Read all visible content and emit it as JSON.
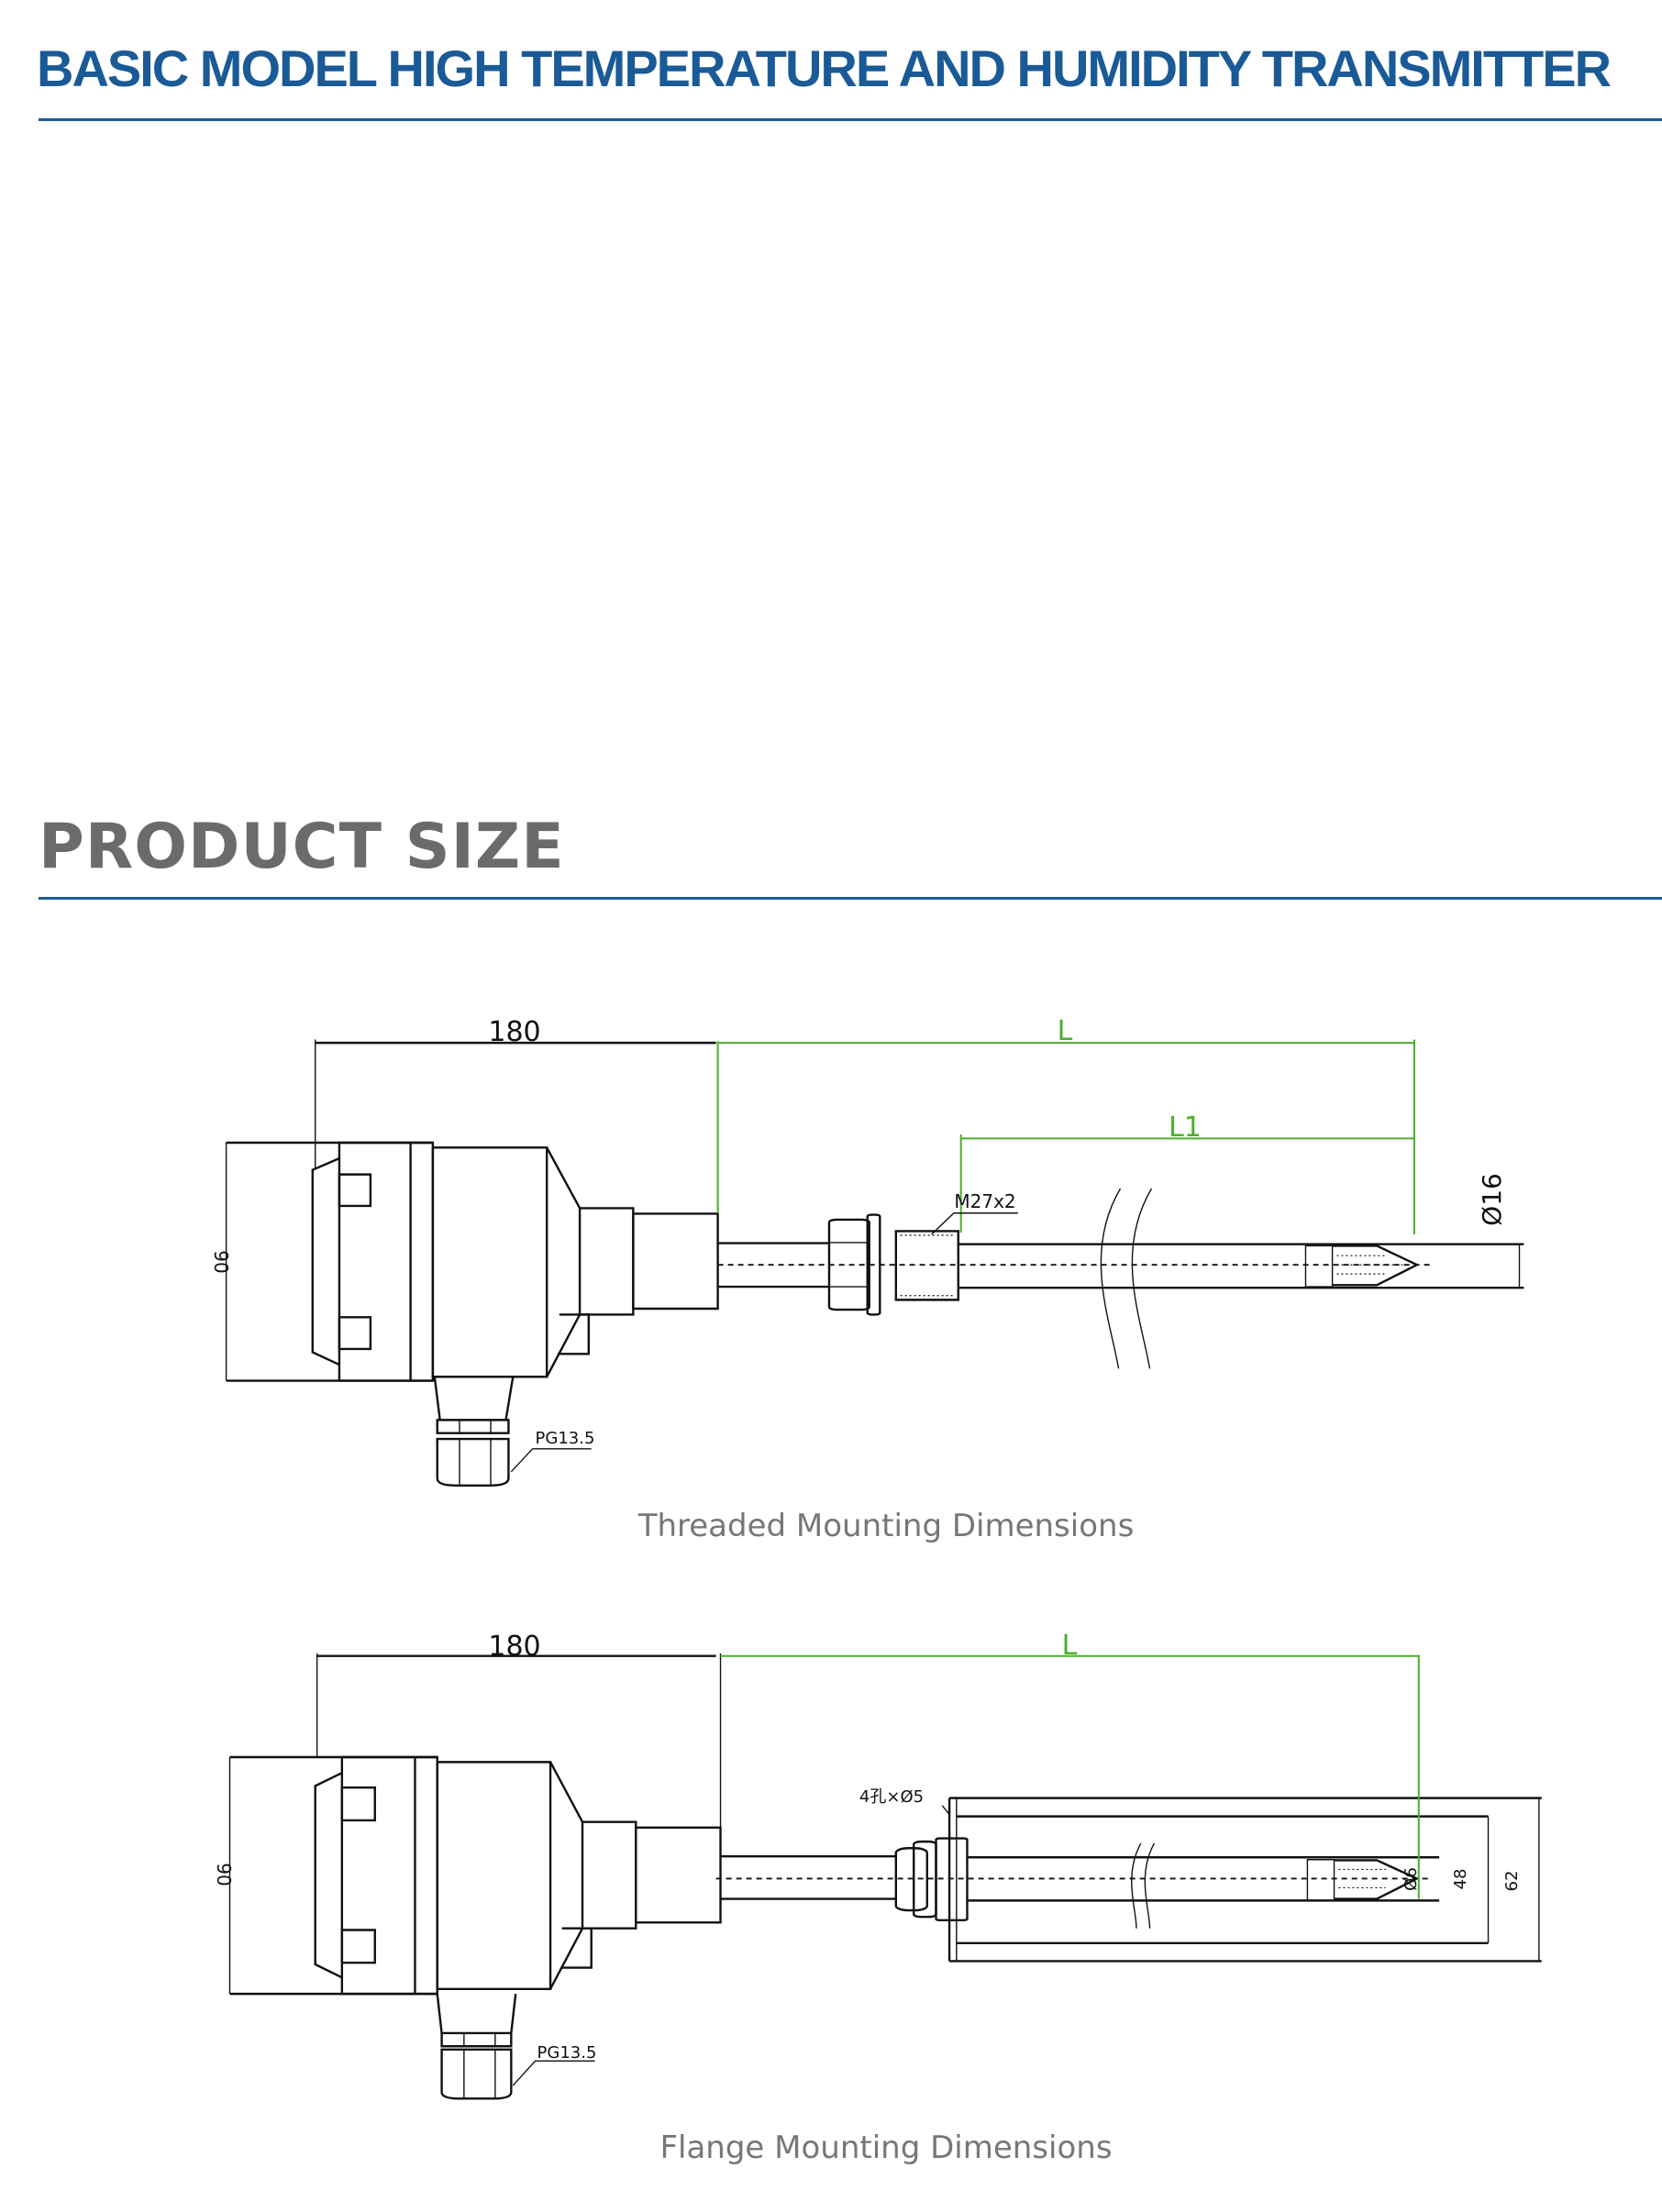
{
  "header": {
    "title": "BASIC MODEL HIGH TEMPERATURE AND HUMIDITY TRANSMITTER"
  },
  "section": {
    "title": "PRODUCT SIZE"
  },
  "threaded": {
    "caption": "Threaded Mounting Dimensions",
    "dim_width": "180",
    "dim_height": "90",
    "dim_L": "L",
    "dim_L1": "L1",
    "thread": "M27x2",
    "diameter": "Ø16",
    "gland": "PG13.5"
  },
  "flange": {
    "caption": "Flange Mounting Dimensions",
    "dim_width": "180",
    "dim_height": "90",
    "dim_L": "L",
    "holes": "4孔×Ø5",
    "diameter": "Ø6",
    "dim_48": "48",
    "dim_62": "62",
    "gland": "PG13.5"
  },
  "colors": {
    "accent": "#1a5a96",
    "dimension_green": "#4caf2a"
  }
}
